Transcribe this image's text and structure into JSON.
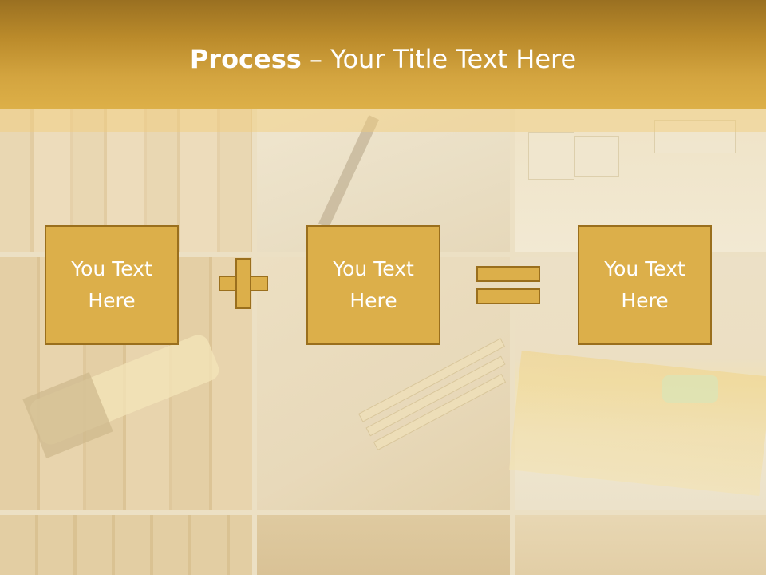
{
  "slide": {
    "title_bold": "Process",
    "title_rest": " – Your Title Text Here"
  },
  "process": {
    "boxes": [
      {
        "line1": "You Text",
        "line2": "Here"
      },
      {
        "line1": "You Text",
        "line2": "Here"
      },
      {
        "line1": "You Text",
        "line2": "Here"
      }
    ],
    "operators": [
      "plus",
      "equals"
    ]
  },
  "colors": {
    "header_dark": "#9a7021",
    "header_light": "#ddb048",
    "box_fill": "#dcaf4a",
    "box_border": "#9a6f1d",
    "text": "#ffffff"
  }
}
